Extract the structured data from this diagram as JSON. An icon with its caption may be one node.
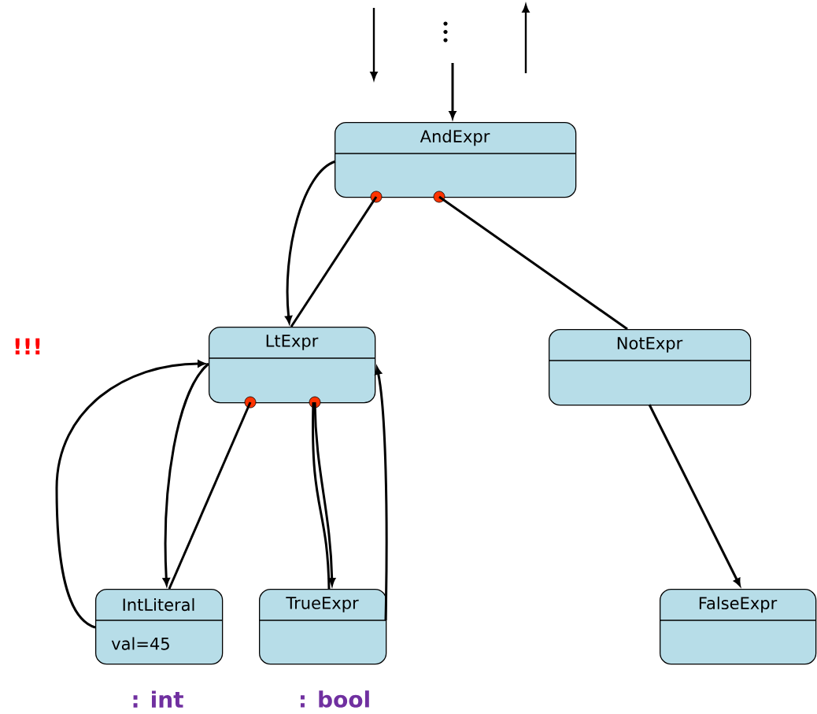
{
  "diagram": {
    "nodes": [
      {
        "text": [
          "AndExpr"
        ]
      },
      {
        "text": [
          "LtExpr"
        ]
      },
      {
        "text": [
          "NotExpr"
        ]
      },
      {
        "text": [
          "IntLiteral",
          "val=45"
        ]
      },
      {
        "text": [
          "TrueExpr"
        ]
      },
      {
        "text": [
          "FalseExpr"
        ]
      }
    ],
    "edges": [
      {
        "from": null,
        "to": 0,
        "arrow": "to"
      },
      {
        "from": 0,
        "to": 1,
        "arrow": "to"
      },
      {
        "from": 0,
        "to": 1,
        "arrow": "none"
      },
      {
        "from": 0,
        "to": 2,
        "arrow": "none"
      },
      {
        "from": 1,
        "to": 3,
        "arrow": "to"
      },
      {
        "from": 1,
        "to": 3,
        "arrow": "none"
      },
      {
        "from": 3,
        "to": 1,
        "arrow": "to"
      },
      {
        "from": 1,
        "to": 4,
        "arrow": "to"
      },
      {
        "from": 1,
        "to": 4,
        "arrow": "none"
      },
      {
        "from": 4,
        "to": 1,
        "arrow": "to"
      },
      {
        "from": 2,
        "to": 5,
        "arrow": "to"
      }
    ],
    "labels": [
      "!!!",
      ": int",
      ": bool"
    ]
  }
}
